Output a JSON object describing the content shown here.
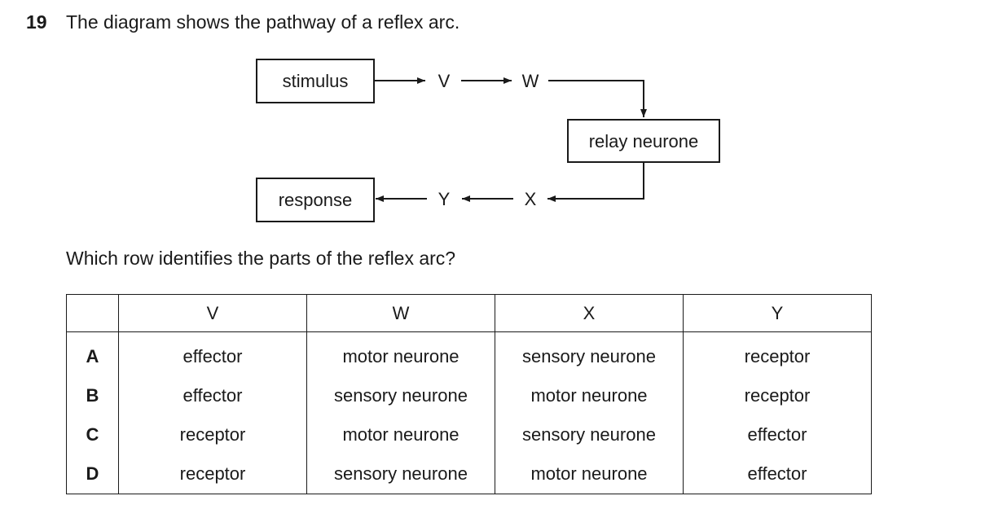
{
  "question": {
    "number": "19",
    "text": "The diagram shows the pathway of a reflex arc.",
    "prompt": "Which row identifies the parts of the reflex arc?"
  },
  "diagram": {
    "stimulus": "stimulus",
    "response": "response",
    "relay": "relay neurone",
    "labels": {
      "v": "V",
      "w": "W",
      "x": "X",
      "y": "Y"
    }
  },
  "table": {
    "headers": [
      "",
      "V",
      "W",
      "X",
      "Y"
    ],
    "rows": [
      {
        "letter": "A",
        "cells": [
          "effector",
          "motor neurone",
          "sensory neurone",
          "receptor"
        ]
      },
      {
        "letter": "B",
        "cells": [
          "effector",
          "sensory neurone",
          "motor neurone",
          "receptor"
        ]
      },
      {
        "letter": "C",
        "cells": [
          "receptor",
          "motor neurone",
          "sensory neurone",
          "effector"
        ]
      },
      {
        "letter": "D",
        "cells": [
          "receptor",
          "sensory neurone",
          "motor neurone",
          "effector"
        ]
      }
    ]
  }
}
